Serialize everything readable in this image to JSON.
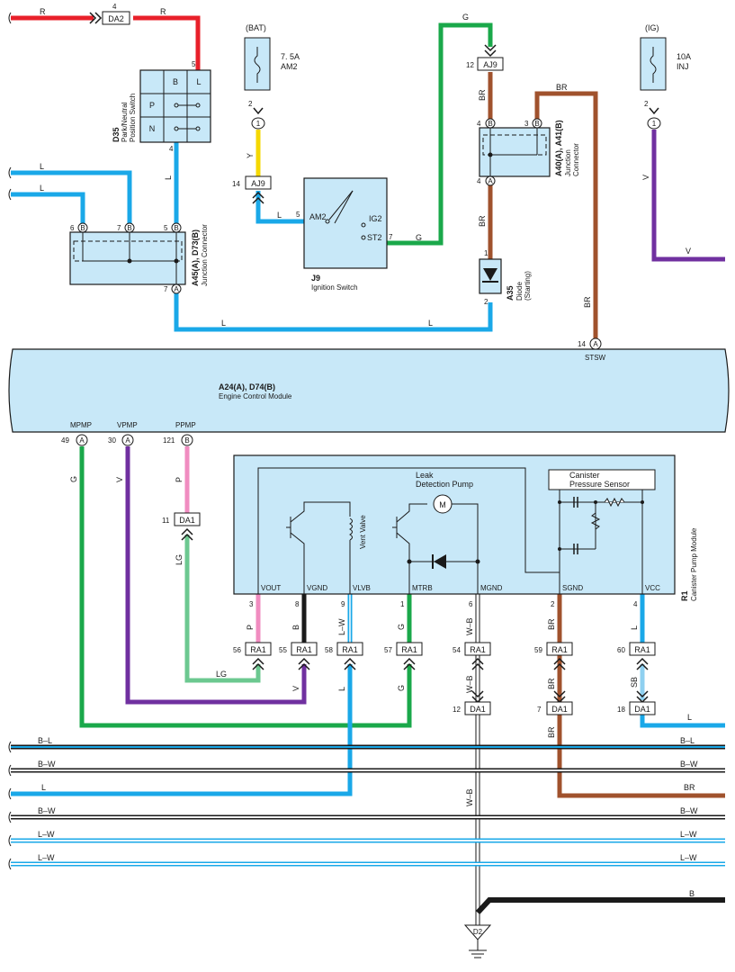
{
  "colors": {
    "R": "#e8202a",
    "G": "#1aa84a",
    "L": "#1aa8e8",
    "BR": "#a0522d",
    "Y": "#f5d800",
    "V": "#7030a0",
    "P": "#f08cc0",
    "LG": "#6cc890",
    "B": "#1a1a1a",
    "SB": "#8fd0f0",
    "W": "#ffffff",
    "box": "#c8e8f8"
  },
  "components": {
    "D35": {
      "code": "D35",
      "name1": "Park/Neutral",
      "name2": "Position Switch",
      "cells": [
        "B",
        "L",
        "P",
        "N"
      ],
      "pin_top": "5",
      "pin_bottom": "4"
    },
    "A45": {
      "code": "A45(A), D73(B)",
      "name": "Junction Connector",
      "pins": [
        "6",
        "7",
        "5"
      ],
      "pin_bottom": "7",
      "letters": [
        "B",
        "B",
        "B",
        "A"
      ]
    },
    "J9": {
      "code": "J9",
      "name": "Ignition Switch",
      "am2": "AM2",
      "ig2": "IG2",
      "st2": "ST2",
      "pin_am2": "5",
      "pin_st2": "7"
    },
    "BAT": {
      "label": "(BAT)",
      "fuse": "7. 5A",
      "fuse_name": "AM2",
      "pin": "2",
      "pin2": "1"
    },
    "IG": {
      "label": "(IG)",
      "fuse": "10A",
      "fuse_name": "INJ",
      "pin": "2",
      "pin2": "1"
    },
    "A40": {
      "code": "A40(A), A41(B)",
      "name1": "Junction",
      "name2": "Connector",
      "pins": [
        "4",
        "3",
        "4"
      ],
      "letters": [
        "B",
        "B",
        "A"
      ]
    },
    "A35": {
      "code": "A35",
      "name1": "Diode",
      "name2": "(Starting)",
      "pin_top": "1",
      "pin_bottom": "2"
    },
    "ECM": {
      "code": "A24(A), D74(B)",
      "name": "Engine Control Module",
      "stsw": "STSW",
      "stsw_pin": "14",
      "stsw_letter": "A",
      "mpmp": "MPMP",
      "mpmp_pin": "49",
      "mpmp_letter": "A",
      "vpmp": "VPMP",
      "vpmp_pin": "30",
      "vpmp_letter": "A",
      "ppmp": "PPMP",
      "ppmp_pin": "121",
      "ppmp_letter": "B"
    },
    "R1": {
      "code": "R1",
      "name": "Canister Pump Module",
      "leak1": "Leak",
      "leak2": "Detection Pump",
      "motor": "M",
      "sensor1": "Canister",
      "sensor2": "Pressure Sensor",
      "vent": "Vent Valve",
      "pins": [
        {
          "name": "VOUT",
          "num": "3"
        },
        {
          "name": "VGND",
          "num": "8"
        },
        {
          "name": "VLVB",
          "num": "9"
        },
        {
          "name": "MTRB",
          "num": "1"
        },
        {
          "name": "MGND",
          "num": "6"
        },
        {
          "name": "SGND",
          "num": "2"
        },
        {
          "name": "VCC",
          "num": "4"
        }
      ]
    }
  },
  "connectors": {
    "DA2_top": {
      "label": "DA2",
      "num": "4"
    },
    "AJ9_bat": {
      "label": "AJ9",
      "num": "14"
    },
    "AJ9_g": {
      "label": "AJ9",
      "num": "12"
    },
    "DA1_p": {
      "label": "DA1",
      "num": "11"
    },
    "RA1": [
      {
        "label": "RA1",
        "num": "56"
      },
      {
        "label": "RA1",
        "num": "55"
      },
      {
        "label": "RA1",
        "num": "58"
      },
      {
        "label": "RA1",
        "num": "57"
      },
      {
        "label": "RA1",
        "num": "54"
      },
      {
        "label": "RA1",
        "num": "59"
      },
      {
        "label": "RA1",
        "num": "60"
      }
    ],
    "DA1_low": [
      {
        "label": "DA1",
        "num": "12"
      },
      {
        "label": "DA1",
        "num": "7"
      },
      {
        "label": "DA1",
        "num": "18"
      }
    ],
    "ground": "D2"
  },
  "wire_labels": {
    "R_left": "R",
    "R_right": "R",
    "L_switch": "L",
    "L_top1": "L",
    "L_top2": "L",
    "Y": "Y",
    "L_am2": "L",
    "G_st2": "G",
    "G_top": "G",
    "BR_aj9": "BR",
    "BR_top": "BR",
    "BR_a40": "BR",
    "BR_right": "BR",
    "V_ig": "V",
    "V_ig2": "V",
    "L_bot1": "L",
    "L_bot2": "L",
    "G_mpmp": "G",
    "V_vpmp": "V",
    "P_ppmp": "P",
    "LG": "LG",
    "LG_bot": "LG",
    "P_r1": "P",
    "B_r1": "B",
    "LW_r1": "L–W",
    "G_r1": "G",
    "WB_r1": "W–B",
    "BR_r1": "BR",
    "L_r1": "L",
    "V_ra1": "V",
    "L_ra1": "L",
    "G_ra1": "G",
    "WB_ra1": "W–B",
    "BR_ra1": "BR",
    "SB_ra1": "SB",
    "L_da1": "L",
    "WB_da1": "W–B",
    "BR_da1": "BR"
  },
  "buses": [
    {
      "left": "B–L",
      "right": "B–L"
    },
    {
      "left": "B–W",
      "right": "B–W"
    },
    {
      "left": "L",
      "right": "BR"
    },
    {
      "left": "B–W",
      "right": "B–W"
    },
    {
      "left": "L–W",
      "right": "L–W"
    },
    {
      "left": "L–W",
      "right": "L–W"
    },
    {
      "left": "",
      "right": "B"
    }
  ]
}
